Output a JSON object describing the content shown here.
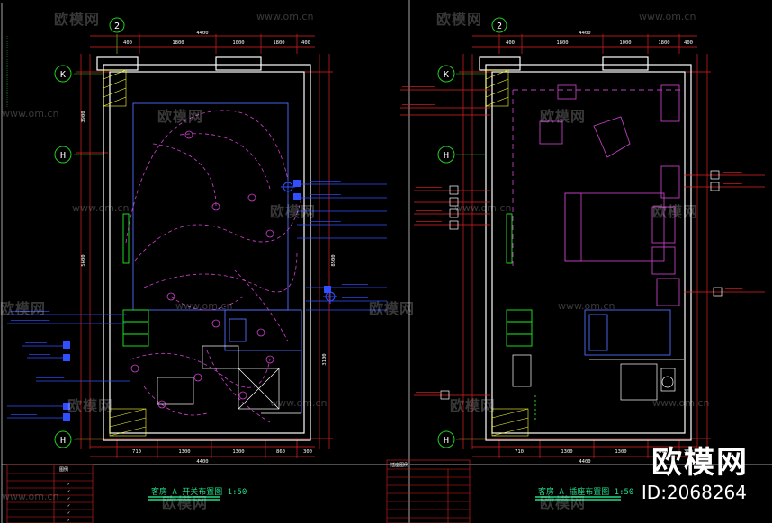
{
  "watermark": {
    "logo_text": "欧模网",
    "url": "www.om.cn",
    "url_short": "www.om.cn"
  },
  "brand": {
    "name": "欧模网",
    "id_text": "ID:2068264"
  },
  "left_plan": {
    "grid_top": "2",
    "grid_k": "K",
    "grid_mid": "H",
    "grid_bottom": "H",
    "top_dims": [
      "400",
      "1800",
      "1000",
      "1800",
      "400"
    ],
    "top_total": "4400",
    "bottom_dims": [
      "710",
      "1300",
      "1300",
      "860",
      "300"
    ],
    "bottom_total": "4400",
    "left_dims": [
      "3900",
      "5600"
    ],
    "right_dims": [
      "3100",
      "8500"
    ],
    "caption": "客房 A 开关布置图 1:50",
    "legend_header": [
      "",
      "图例"
    ]
  },
  "right_plan": {
    "grid_top": "2",
    "grid_k": "K",
    "grid_mid": "H",
    "grid_bottom": "H",
    "top_dims": [
      "400",
      "1800",
      "1000",
      "1800",
      "400"
    ],
    "top_total": "4400",
    "bottom_dims": [
      "710",
      "1300",
      "1300",
      "860",
      "300"
    ],
    "bottom_total": "4400",
    "caption": "客房 A 插座布置图 1:50",
    "legend_header": [
      "插座图例"
    ]
  }
}
